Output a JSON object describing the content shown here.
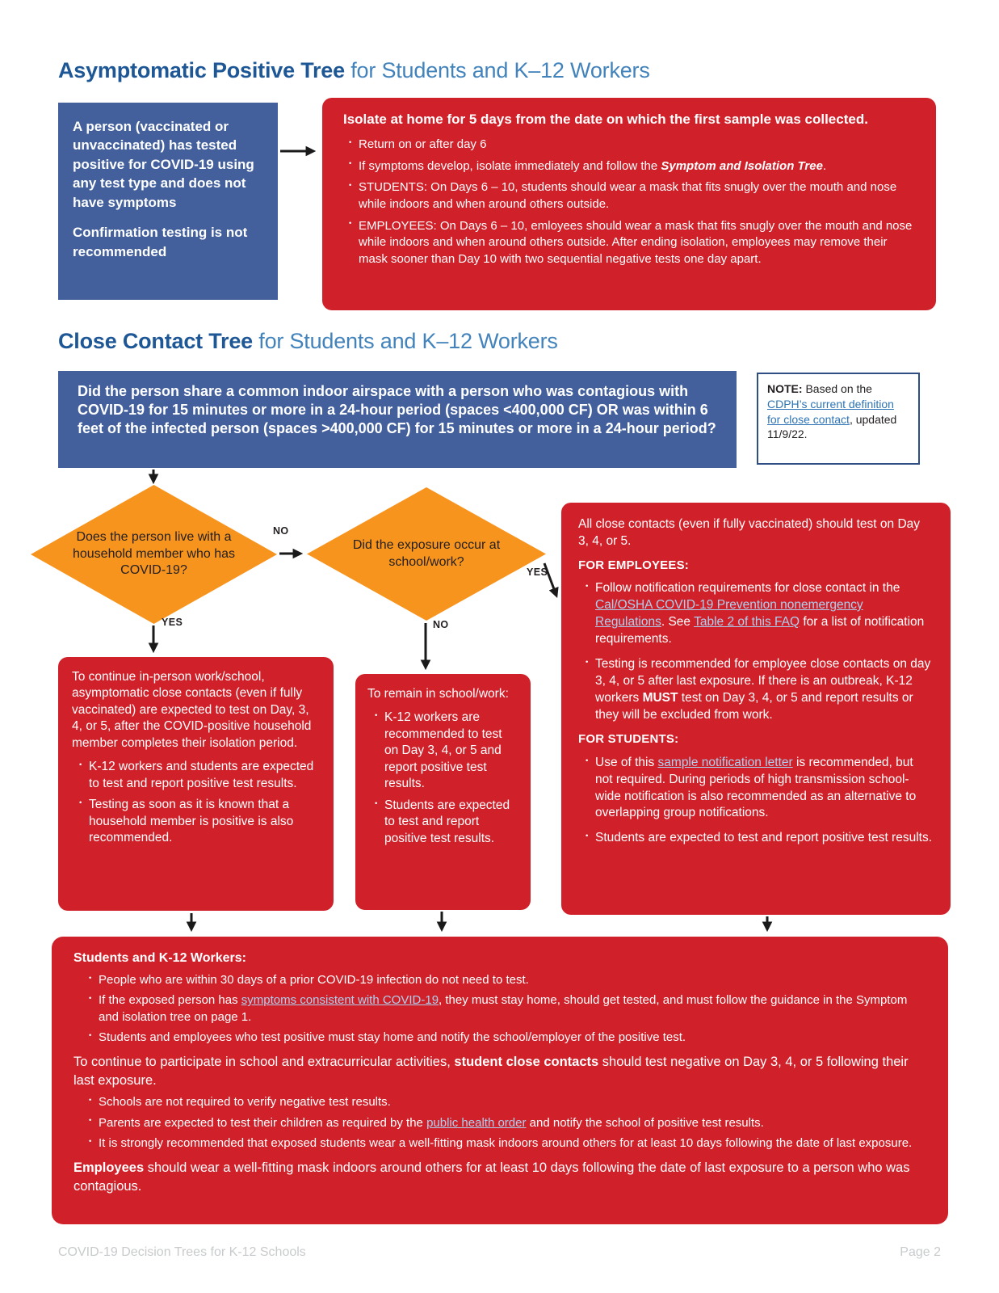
{
  "asymptomatic": {
    "title_bold": "Asymptomatic Positive Tree",
    "title_rest": " for Students and K–12 Workers",
    "start_box": {
      "p1": "A person (vaccinated or unvaccinated) has tested positive for COVID-19 using any test type and does not have symptoms",
      "p2": "Confirmation testing is not recommended"
    },
    "isolate_box": {
      "heading": "Isolate at home for 5 days from the date on which the first sample was collected.",
      "b1": "Return on or after day 6",
      "b2_pre": "If symptoms develop, isolate immediately and follow the ",
      "b2_emphasis": "Symptom and Isolation Tree",
      "b2_post": ".",
      "b3": "STUDENTS: On Days 6 – 10, students should wear a mask that fits snugly over the mouth and nose while indoors and when around others outside.",
      "b4": "EMPLOYEES: On Days 6 – 10, emloyees should wear a mask that fits snugly over the mouth and nose while indoors and when around others outside. After ending isolation, employees may remove their mask sooner than Day 10 with two sequential negative tests one day apart."
    }
  },
  "close_contact": {
    "title_bold": "Close Contact Tree",
    "title_rest": " for Students and K–12 Workers",
    "question": "Did the person share a common indoor airspace with a person who was contagious with COVID-19 for 15 minutes or more in a 24-hour period (spaces <400,000 CF) OR was within 6 feet of the infected person (spaces >400,000 CF) for 15 minutes or more in a 24-hour period?",
    "note": {
      "label": "NOTE:",
      "pre": " Based on the ",
      "link": "CDPH’s current definition for close contact",
      "post": ", updated 11/9/22."
    },
    "diamond_household": "Does the person live with a household member who has COVID-19?",
    "diamond_exposure": "Did the exposure occur at school/work?",
    "labels": {
      "no_between": "NO",
      "yes_household": "YES",
      "no_exposure": "NO",
      "yes_exposure": "YES"
    },
    "household_yes_box": {
      "intro": "To continue in-person work/school, asymptomatic close contacts (even if fully vaccinated) are expected to test on Day, 3, 4, or 5, after the COVID-positive household member completes their isolation period.",
      "b1": "K-12 workers and students are expected to test and report positive test results.",
      "b2": "Testing as soon as it is known that a household member is positive is also recommended."
    },
    "exposure_no_box": {
      "intro": "To remain in school/work:",
      "b1": "K-12 workers are recommended to test on Day 3, 4, or 5 and report positive test results.",
      "b2": "Students are expected to test and report positive test results."
    },
    "exposure_yes_box": {
      "intro": "All close contacts (even if fully vaccinated) should test on Day 3, 4, or 5.",
      "employees_heading": "FOR EMPLOYEES:",
      "e1_pre": "Follow notification requirements for close contact in the ",
      "e1_link1": "Cal/OSHA COVID-19 Prevention nonemergency Regulations",
      "e1_mid": ". See ",
      "e1_link2": "Table 2 of this FAQ",
      "e1_post": " for a list of notification requirements.",
      "e2_pre": "Testing is recommended for employee close contacts on day 3, 4, or 5 after last exposure. If there is an outbreak, K-12 workers ",
      "e2_bold": "MUST",
      "e2_post": " test on Day 3, 4, or 5 and report results or they will be excluded from work.",
      "students_heading": "FOR STUDENTS:",
      "s1_pre": "Use of this ",
      "s1_link": "sample notification letter",
      "s1_post": "  is recommended, but not required. During periods of high transmission school-wide notification is also recommended as an alternative to overlapping group notifications.",
      "s2": "Students are expected to test and report positive test results."
    },
    "bottom_box": {
      "heading": "Students and K-12 Workers:",
      "b1": "People who are within 30 days of a prior COVID-19 infection do not need to test.",
      "b2_pre": "If the exposed person has ",
      "b2_link": "symptoms consistent with COVID-19",
      "b2_post": ", they must stay home, should get tested, and must follow the guidance in the Symptom and isolation tree on page 1.",
      "b3": "Students and employees who test positive must stay home and notify the school/employer of the positive test.",
      "p2_pre": "To continue to participate in school and extracurricular activities, ",
      "p2_bold": "student close contacts",
      "p2_post": " should test negative on Day 3, 4, or 5 following their last exposure.",
      "c1": "Schools are not required to verify negative test results.",
      "c2_pre": "Parents are expected to test their children as required by the ",
      "c2_link": "public health order",
      "c2_post": " and notify the school of positive test results.",
      "c3": "It is strongly recommended that exposed students wear a well-fitting mask indoors around others for at least 10 days following the date of last exposure.",
      "p3_bold": "Employees",
      "p3_post": " should wear a well-fitting mask indoors around others for at least 10 days following the date of last exposure to a person who was contagious."
    }
  },
  "footer": {
    "left": "COVID-19 Decision Trees for K-12 Schools",
    "right": "Page 2"
  }
}
